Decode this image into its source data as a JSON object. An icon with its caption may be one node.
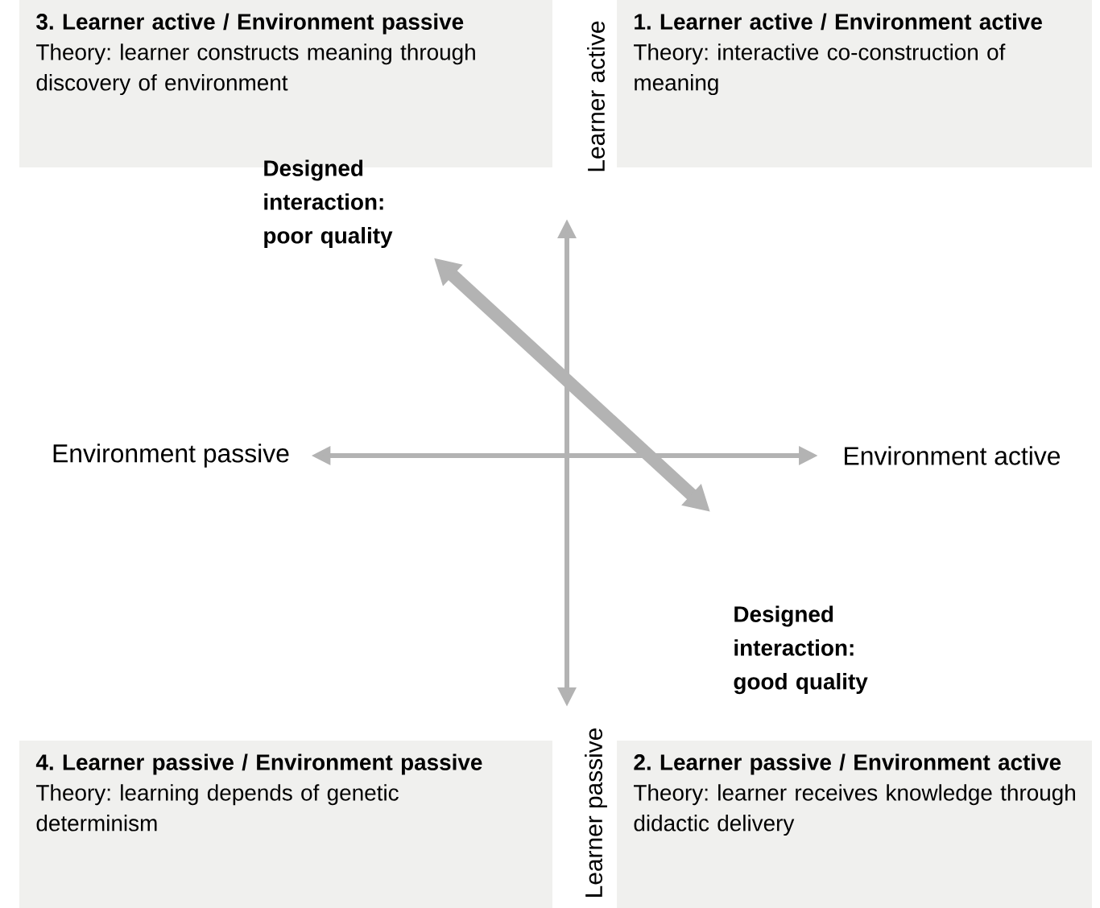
{
  "diagram": {
    "nodes": [
      {
        "text": [
          "3. Learner active / Environment passive",
          "Theory: learner constructs meaning through discovery of environment"
        ]
      },
      {
        "text": [
          "Learner active"
        ]
      },
      {
        "text": [
          "1. Learner active / Environment active",
          "Theory: interactive co-construction of meaning"
        ]
      },
      {
        "text": [
          "Designed interaction: poor quality"
        ]
      },
      {
        "text": [
          "Environment passive"
        ]
      },
      {
        "text": [
          "Environment active"
        ]
      },
      {
        "text": [
          "Designed interaction: good quality"
        ]
      },
      {
        "text": [
          "4. Learner passive / Environment passive",
          "Theory: learning depends of genetic determinism"
        ]
      },
      {
        "text": [
          "Learner passive"
        ]
      },
      {
        "text": [
          "2. Learner passive / Environment active",
          "Theory: learner receives knowledge through didactic delivery"
        ]
      }
    ],
    "edges": [
      {
        "from": 1,
        "to": 8,
        "arrow": "both"
      },
      {
        "from": 4,
        "to": 5,
        "arrow": "both"
      },
      {
        "from": 3,
        "to": 6,
        "arrow": "both",
        "style": "thick"
      }
    ]
  }
}
